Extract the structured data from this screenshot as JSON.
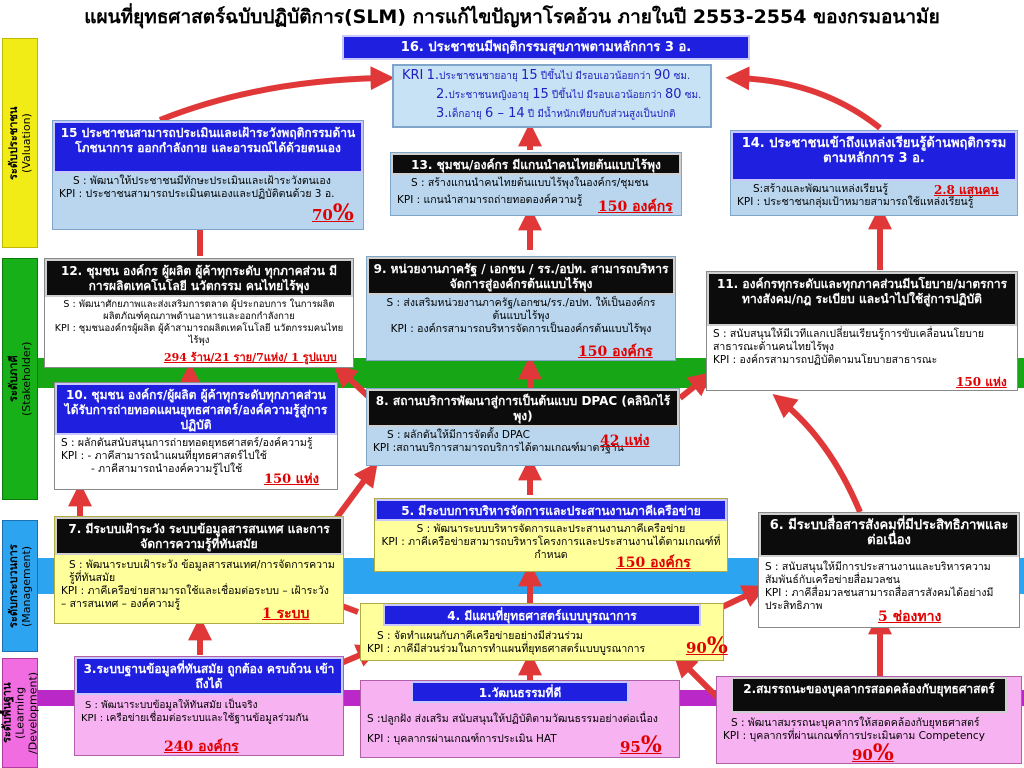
{
  "title": "แผนที่ยุทธศาสตร์ฉบับปฏิบัติการ(SLM) การแก้ไขปัญหาโรคอ้วน ภายในปี 2553-2554 ของกรมอนามัย",
  "levels": {
    "valuation": {
      "th": "ระดับประชาชน",
      "en": "(Valuation)"
    },
    "stakeholder": {
      "th": "ระดับภาคี",
      "en": "(Stakeholder)"
    },
    "management": {
      "th": "ระดับกระบวนการ",
      "en": "(Management)"
    },
    "learning": {
      "th": "ระดับพื้นฐาน",
      "en1": "(Learning",
      "en2": "/Development)"
    }
  },
  "colors": {
    "header_blue": "#1f1fe0",
    "header_black": "#0c0c0c",
    "arrow": "#e03838",
    "target_red": "#e00000"
  },
  "b16": {
    "title": "16. ประชาชนมีพฤติกรรมสุขภาพตามหลักการ 3 อ."
  },
  "kri": {
    "label": "KRI",
    "l1": {
      "num": "1.",
      "text": "ประชาชนชายอายุ ",
      "age": "15",
      "mid": " ปีขึ้นไป มีรอบเอวน้อยกว่า ",
      "val": "90",
      "unit": " ซม."
    },
    "l2": {
      "num": "2.",
      "text": "ประชาชนหญิงอายุ ",
      "age": "15",
      "mid": " ปีขึ้นไป มีรอบเอวน้อยกว่า ",
      "val": "80",
      "unit": " ซม."
    },
    "l3": {
      "num": "3.",
      "text": "เด็กอายุ ",
      "age": "6 – 14",
      "mid": " ปี มีน้ำหนักเทียบกับส่วนสูงเป็นปกติ"
    }
  },
  "b15": {
    "title": "15 ประชาชนสามารถประเมินและเฝ้าระวังพฤติกรรมด้านโภชนาการ ออกกำลังกาย และอารมณ์ได้ด้วยตนเอง",
    "s": "S : พัฒนาให้ประชาชนมีทักษะประเมินและเฝ้าระวังตนเอง",
    "kpi": "KPI : ประชาชนสามารถประเมินตนเองและปฏิบัติตนด้วย 3 อ.",
    "target": "70",
    "pct": "%"
  },
  "b13": {
    "title": "13. ชุมชน/องค์กร มีแกนนำคนไทยต้นแบบไร้พุง",
    "s": "S : สร้างแกนนำคนไทยต้นแบบไร้พุงในองค์กร/ชุมชน",
    "kpi": "KPI : แกนนำสามารถถ่ายทอดองค์ความรู้",
    "target": "150  องค์กร"
  },
  "b14": {
    "title": "14. ประชาชนเข้าถึงแหล่งเรียนรู้ด้านพฤติกรรมตามหลักการ 3 อ.",
    "s": "S:สร้างและพัฒนาแหล่งเรียนรู้",
    "target": "2.8 แสนคน",
    "kpi": "KPI : ประชาชนกลุ่มเป้าหมายสามารถใช้แหล่งเรียนรู้"
  },
  "b12": {
    "title": "12. ชุมชน องค์กร ผู้ผลิต ผู้ค้าทุกระดับ ทุกภาคส่วน มีการผลิตเทคโนโลยี นวัตกรรม คนไทยไร้พุง",
    "s": "S : พัฒนาศักยภาพและส่งเสริมการตลาด ผู้ประกอบการ ในการผลิตผลิตภัณฑ์คุณภาพด้านอาหารและออกกำลังกาย",
    "kpi": "KPI : ชุมชนองค์กรผู้ผลิต ผู้ค้าสามารถผลิตเทคโนโลยี นวัตกรรมคนไทยไร้พุง",
    "target": "294 ร้าน/21 ราย/7แห่ง/ 1 รูปแบบ"
  },
  "b9": {
    "title": "9. หน่วยงานภาครัฐ / เอกชน / รร./อปท. สามารถบริหารจัดการสู่องค์กรต้นแบบไร้พุง",
    "s": "S : ส่งเสริมหน่วยงานภาครัฐ/เอกชน/รร./อปท. ให้เป็นองค์กรต้นแบบไร้พุง",
    "kpi": "KPI : องค์กรสามารถบริหารจัดการเป็นองค์กรต้นแบบไร้พุง",
    "target": "150 องค์กร"
  },
  "b11": {
    "title": "11. องค์กรทุกระดับและทุกภาคส่วนมีนโยบาย/มาตรการทางสังคม/กฎ ระเบียบ และนำไปใช้สู่การปฏิบัติ",
    "s": "S : สนับสนุนให้มีเวทีแลกเปลี่ยนเรียนรู้การขับเคลื่อนนโยบายสาธารณะด้านคนไทยไร้พุง",
    "kpi": "KPI : องค์กรสามารถปฏิบัติตามนโยบายสาธารณะ",
    "target": "150 แห่ง"
  },
  "b10": {
    "title": "10. ชุมชน องค์กร/ผู้ผลิต ผู้ค้าทุกระดับทุกภาคส่วน ได้รับการถ่ายทอดแผนยุทธศาสตร์/องค์ความรู้สู่การปฏิบัติ",
    "s": "S :  ผลักดันสนับสนุนการถ่ายทอดยุทธศาสตร์/องค์ความรู้",
    "kpi1": "KPI : - ภาคีสามารถนำแผนที่ยุทธศาสตร์ไปใช้",
    "kpi2": "- ภาคีสามารถนำองค์ความรู้ไปใช้",
    "target": "150 แห่ง"
  },
  "b8": {
    "title": "8. สถานบริการพัฒนาสู่การเป็นต้นแบบ DPAC (คลินิกไร้พุง)",
    "s": "S : ผลักดันให้มีการจัดตั้ง DPAC",
    "target": "42 แห่ง",
    "kpi": "KPI :สถานบริการสามารถบริการได้ตามเกณฑ์มาตรฐาน"
  },
  "b7": {
    "title": "7. มีระบบเฝ้าระวัง ระบบข้อมูลสารสนเทศ และการจัดการความรู้ที่ทันสมัย",
    "s": "S :  พัฒนาระบบเฝ้าระวัง ข้อมูลสารสนเทศ/การจัดการความรู้ที่ทันสมัย",
    "kpi": "KPI : ภาคีเครือข่ายสามารถใช้และเชื่อมต่อระบบ – เฝ้าระวัง – สารสนเทศ – องค์ความรู้",
    "target": "1 ระบบ"
  },
  "b5": {
    "title": "5. มีระบบการบริหารจัดการและประสานงานภาคีเครือข่าย",
    "s": "S : พัฒนาระบบบริหารจัดการและประสานงานภาคีเครือข่าย",
    "kpi": "KPI : ภาคีเครือข่ายสามารถบริหารโครงการและประสานงานได้ตามเกณฑ์ที่กำหนด",
    "target": "150 องค์กร"
  },
  "b6": {
    "title": "6. มีระบบสื่อสารสังคมที่มีประสิทธิภาพและต่อเนื่อง",
    "s": "S : สนับสนุนให้มีการประสานงานและบริหารความสัมพันธ์กับเครือข่ายสื่อมวลชน",
    "kpi": "KPI : ภาคีสื่อมวลชนสามารถสื่อสารสังคมได้อย่างมีประสิทธิภาพ",
    "target": "5 ช่องทาง"
  },
  "b4": {
    "title": "4. มีแผนที่ยุทธศาสตร์แบบบูรณาการ",
    "s": "S :  จัดทำแผนกับภาคีเครือข่ายอย่างมีส่วนร่วม",
    "kpi": "KPI : ภาคีมีส่วนร่วมในการทำแผนที่ยุทธศาสตร์แบบบูรณาการ",
    "target": "90",
    "pct": "%"
  },
  "b3": {
    "title": "3.ระบบฐานข้อมูลที่ทันสมัย ถูกต้อง ครบถ้วน เข้าถึงได้",
    "s": "S :  พัฒนาระบบข้อมูลให้ทันสมัย เป็นจริง",
    "kpi": "KPI : เครือข่ายเชื่อมต่อระบบและใช้ฐานข้อมูลร่วมกัน",
    "target": "240 องค์กร"
  },
  "b1": {
    "title": "1.วัฒนธรรมที่ดี",
    "s": "S :ปลูกฝัง ส่งเสริม สนับสนุนให้ปฏิบัติตามวัฒนธรรมอย่างต่อเนื่อง",
    "kpi": "KPI : บุคลากรผ่านเกณฑ์การประเมิน HAT",
    "target": "95",
    "pct": "%"
  },
  "b2": {
    "title": "2.สมรรถนะของบุคลากรสอดคล้องกับยุทธศาสตร์",
    "s": "S :  พัฒนาสมรรถนะบุคลากรให้สอดคล้องกับยุทธศาสตร์",
    "kpi": "KPI : บุคลากรที่ผ่านเกณฑ์การประเมินตาม Competency",
    "target": "90",
    "pct": "%"
  }
}
